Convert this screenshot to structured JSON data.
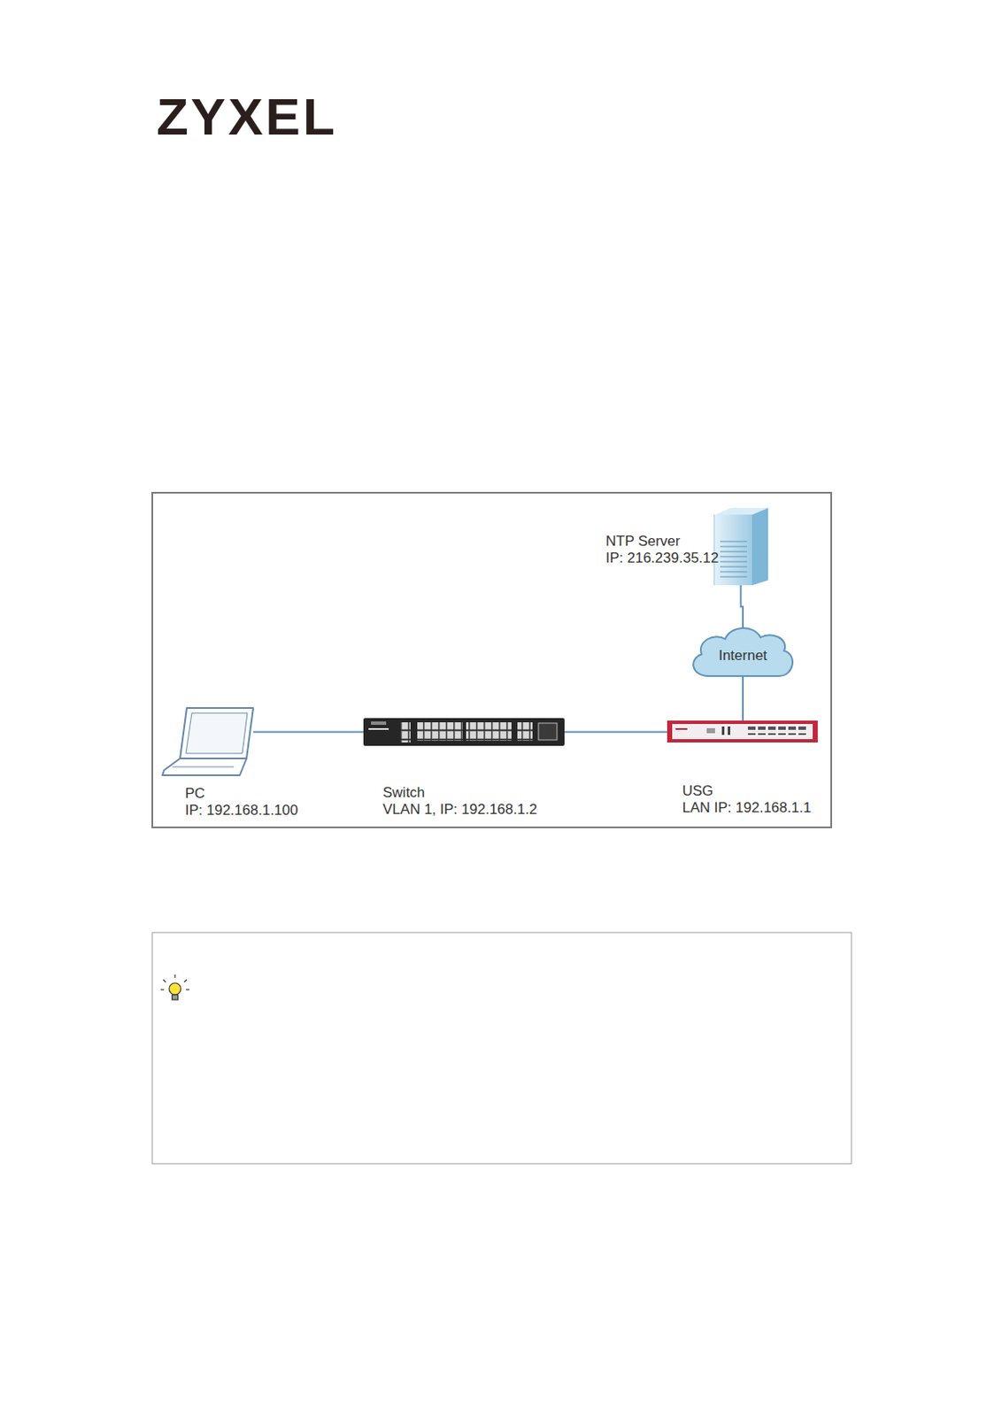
{
  "diagram": {
    "nodes": [
      {
        "text": [
          "NTP Server",
          "IP: 216.239.35.12"
        ]
      },
      {
        "text": [
          "Internet"
        ]
      },
      {
        "text": [
          "PC",
          "IP: 192.168.1.100"
        ]
      },
      {
        "text": [
          "Switch",
          "VLAN 1, IP: 192.168.1.2"
        ]
      },
      {
        "text": [
          "USG",
          "LAN IP: 192.168.1.1"
        ]
      }
    ],
    "edges": [
      {
        "from": 0,
        "to": 1,
        "arrow": "none"
      },
      {
        "from": 1,
        "to": 4,
        "arrow": "none"
      },
      {
        "from": 2,
        "to": 3,
        "arrow": "none"
      },
      {
        "from": 3,
        "to": 4,
        "arrow": "none"
      }
    ],
    "labels": [
      "ZYXEL"
    ]
  }
}
